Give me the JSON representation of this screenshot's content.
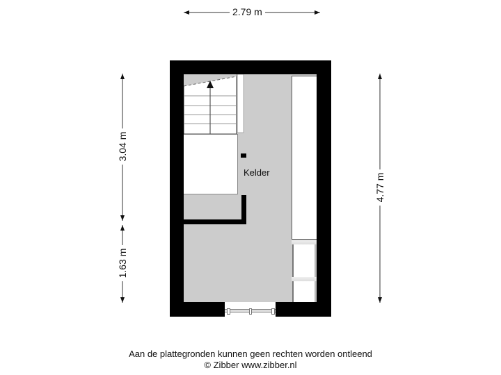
{
  "plan": {
    "room_label": "Kelder",
    "floor_color": "#cccccc",
    "wall_color": "#000000"
  },
  "dimensions": {
    "top_width": "2.79 m",
    "left_upper": "3.04 m",
    "left_lower": "1.63 m",
    "right_total": "4.77 m"
  },
  "footer": {
    "disclaimer": "Aan de plattegronden kunnen geen rechten worden ontleend",
    "copyright": "© Zibber www.zibber.nl"
  }
}
